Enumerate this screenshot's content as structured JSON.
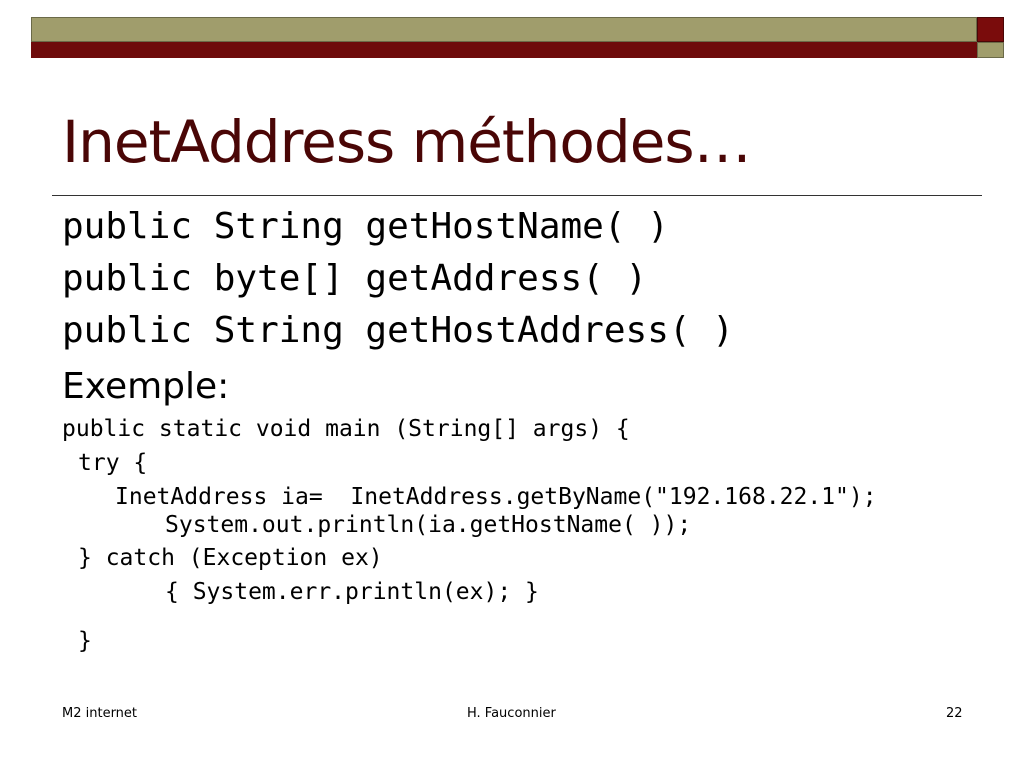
{
  "slide": {
    "title": "InetAddress méthodes…",
    "signatures": [
      "public String getHostName( )",
      "public byte[] getAddress( )",
      "public String getHostAddress( )"
    ],
    "example_label": "Exemple:",
    "code_lines": [
      "public static void main (String[] args) {",
      "try {",
      "InetAddress ia=  InetAddress.getByName(\"192.168.22.1\");",
      "System.out.println(ia.getHostName( ));",
      "} catch (Exception ex)",
      "{ System.err.println(ex); }",
      "}"
    ]
  },
  "footer": {
    "left": "M2 internet",
    "center": "H. Fauconnier",
    "page_number": "22"
  },
  "colors": {
    "band_olive": "#a09d6c",
    "band_maroon": "#6e0b0b",
    "title": "#4a0606"
  }
}
